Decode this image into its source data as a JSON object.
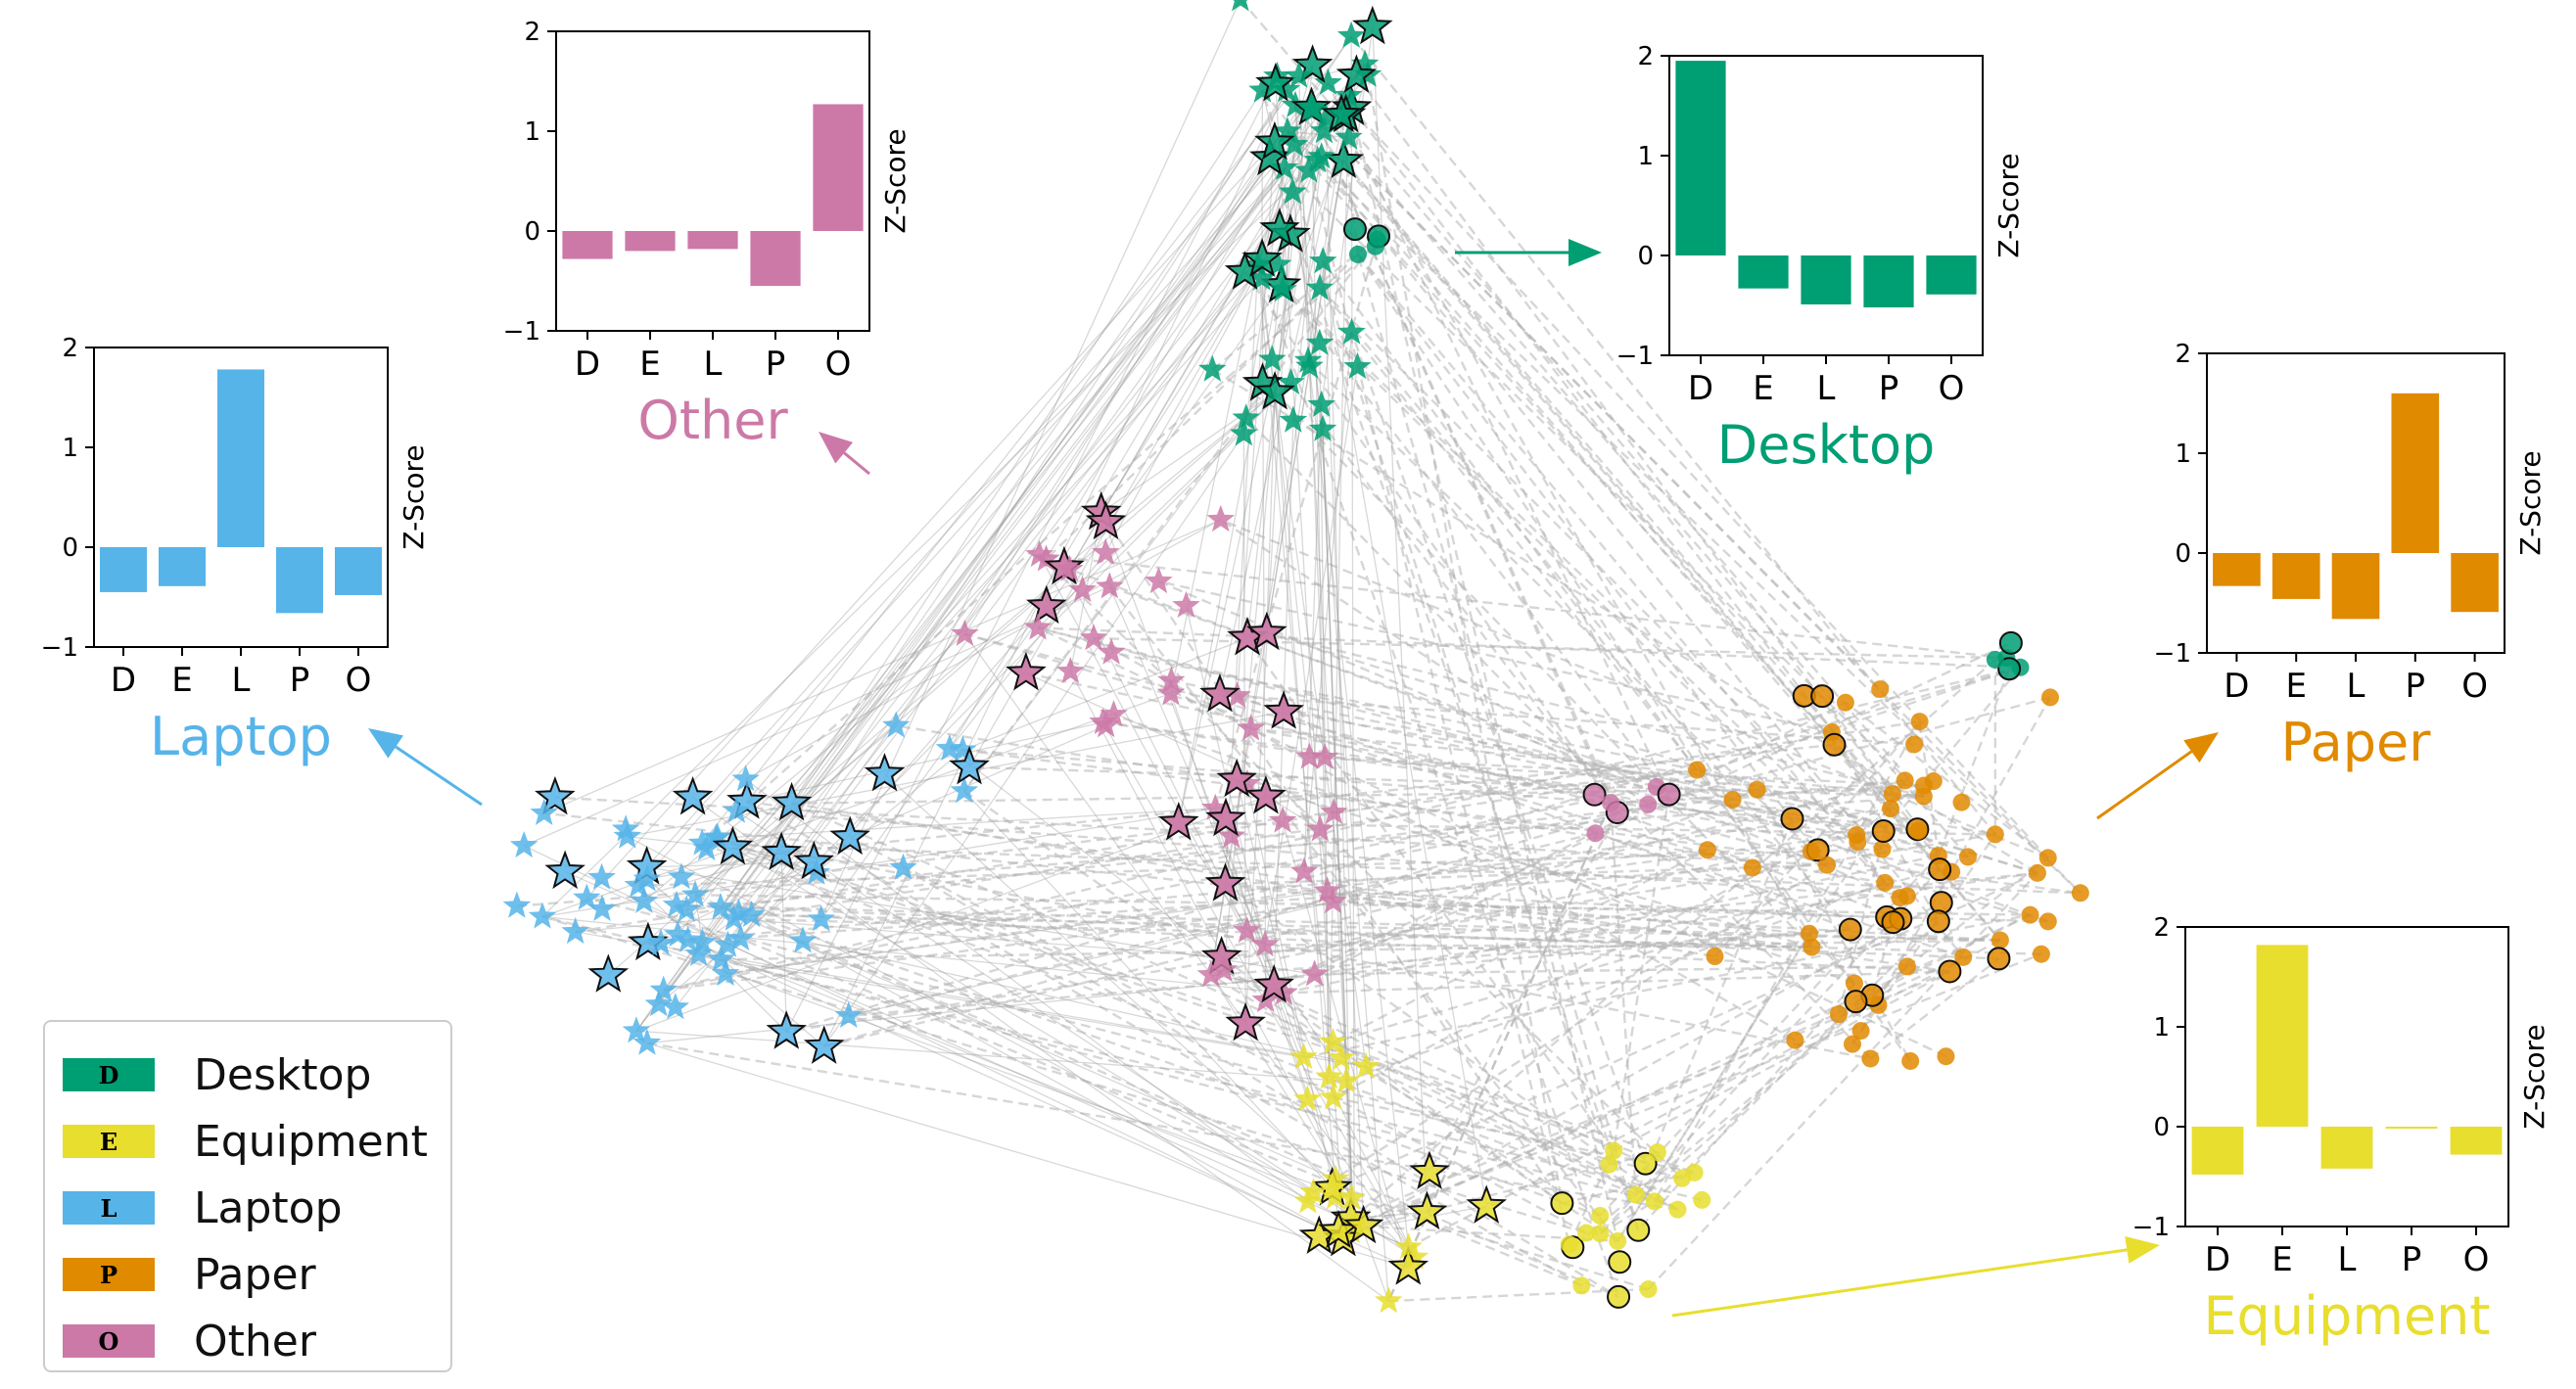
{
  "colors": {
    "Desktop": "#009E73",
    "Equipment": "#E8DE2E",
    "Laptop": "#56B4E9",
    "Paper": "#E08A00",
    "Other": "#CC79A7"
  },
  "legend": [
    {
      "letter": "D",
      "label": "Desktop",
      "color": "#009E73"
    },
    {
      "letter": "E",
      "label": "Equipment",
      "color": "#E8DE2E"
    },
    {
      "letter": "L",
      "label": "Laptop",
      "color": "#56B4E9"
    },
    {
      "letter": "P",
      "label": "Paper",
      "color": "#E08A00"
    },
    {
      "letter": "O",
      "label": "Other",
      "color": "#CC79A7"
    }
  ],
  "chart_data": [
    {
      "type": "bar",
      "title": "Other",
      "categories": [
        "D",
        "E",
        "L",
        "P",
        "O"
      ],
      "values": [
        -0.28,
        -0.2,
        -0.18,
        -0.55,
        1.27
      ],
      "ylabel": "Z-Score",
      "ylim": [
        -1,
        2
      ],
      "yticks": [
        "2",
        "1",
        "0",
        "−1"
      ],
      "color": "#CC79A7"
    },
    {
      "type": "bar",
      "title": "Desktop",
      "categories": [
        "D",
        "E",
        "L",
        "P",
        "O"
      ],
      "values": [
        1.95,
        -0.33,
        -0.49,
        -0.52,
        -0.39
      ],
      "ylabel": "Z-Score",
      "ylim": [
        -1,
        2
      ],
      "yticks": [
        "2",
        "1",
        "0",
        "−1"
      ],
      "color": "#009E73"
    },
    {
      "type": "bar",
      "title": "Laptop",
      "categories": [
        "D",
        "E",
        "L",
        "P",
        "O"
      ],
      "values": [
        -0.45,
        -0.39,
        1.78,
        -0.66,
        -0.48
      ],
      "ylabel": "Z-Score",
      "ylim": [
        -1,
        2
      ],
      "yticks": [
        "2",
        "1",
        "0",
        "−1"
      ],
      "color": "#56B4E9"
    },
    {
      "type": "bar",
      "title": "Paper",
      "categories": [
        "D",
        "E",
        "L",
        "P",
        "O"
      ],
      "values": [
        -0.33,
        -0.46,
        -0.66,
        1.6,
        -0.59
      ],
      "ylabel": "Z-Score",
      "ylim": [
        -1,
        2
      ],
      "yticks": [
        "2",
        "1",
        "0",
        "−1"
      ],
      "color": "#E08A00"
    },
    {
      "type": "bar",
      "title": "Equipment",
      "categories": [
        "D",
        "E",
        "L",
        "P",
        "O"
      ],
      "values": [
        -0.48,
        1.82,
        -0.42,
        -0.02,
        -0.28
      ],
      "ylabel": "Z-Score",
      "ylim": [
        -1,
        2
      ],
      "yticks": [
        "2",
        "1",
        "0",
        "−1"
      ],
      "color": "#E8DE2E"
    }
  ]
}
